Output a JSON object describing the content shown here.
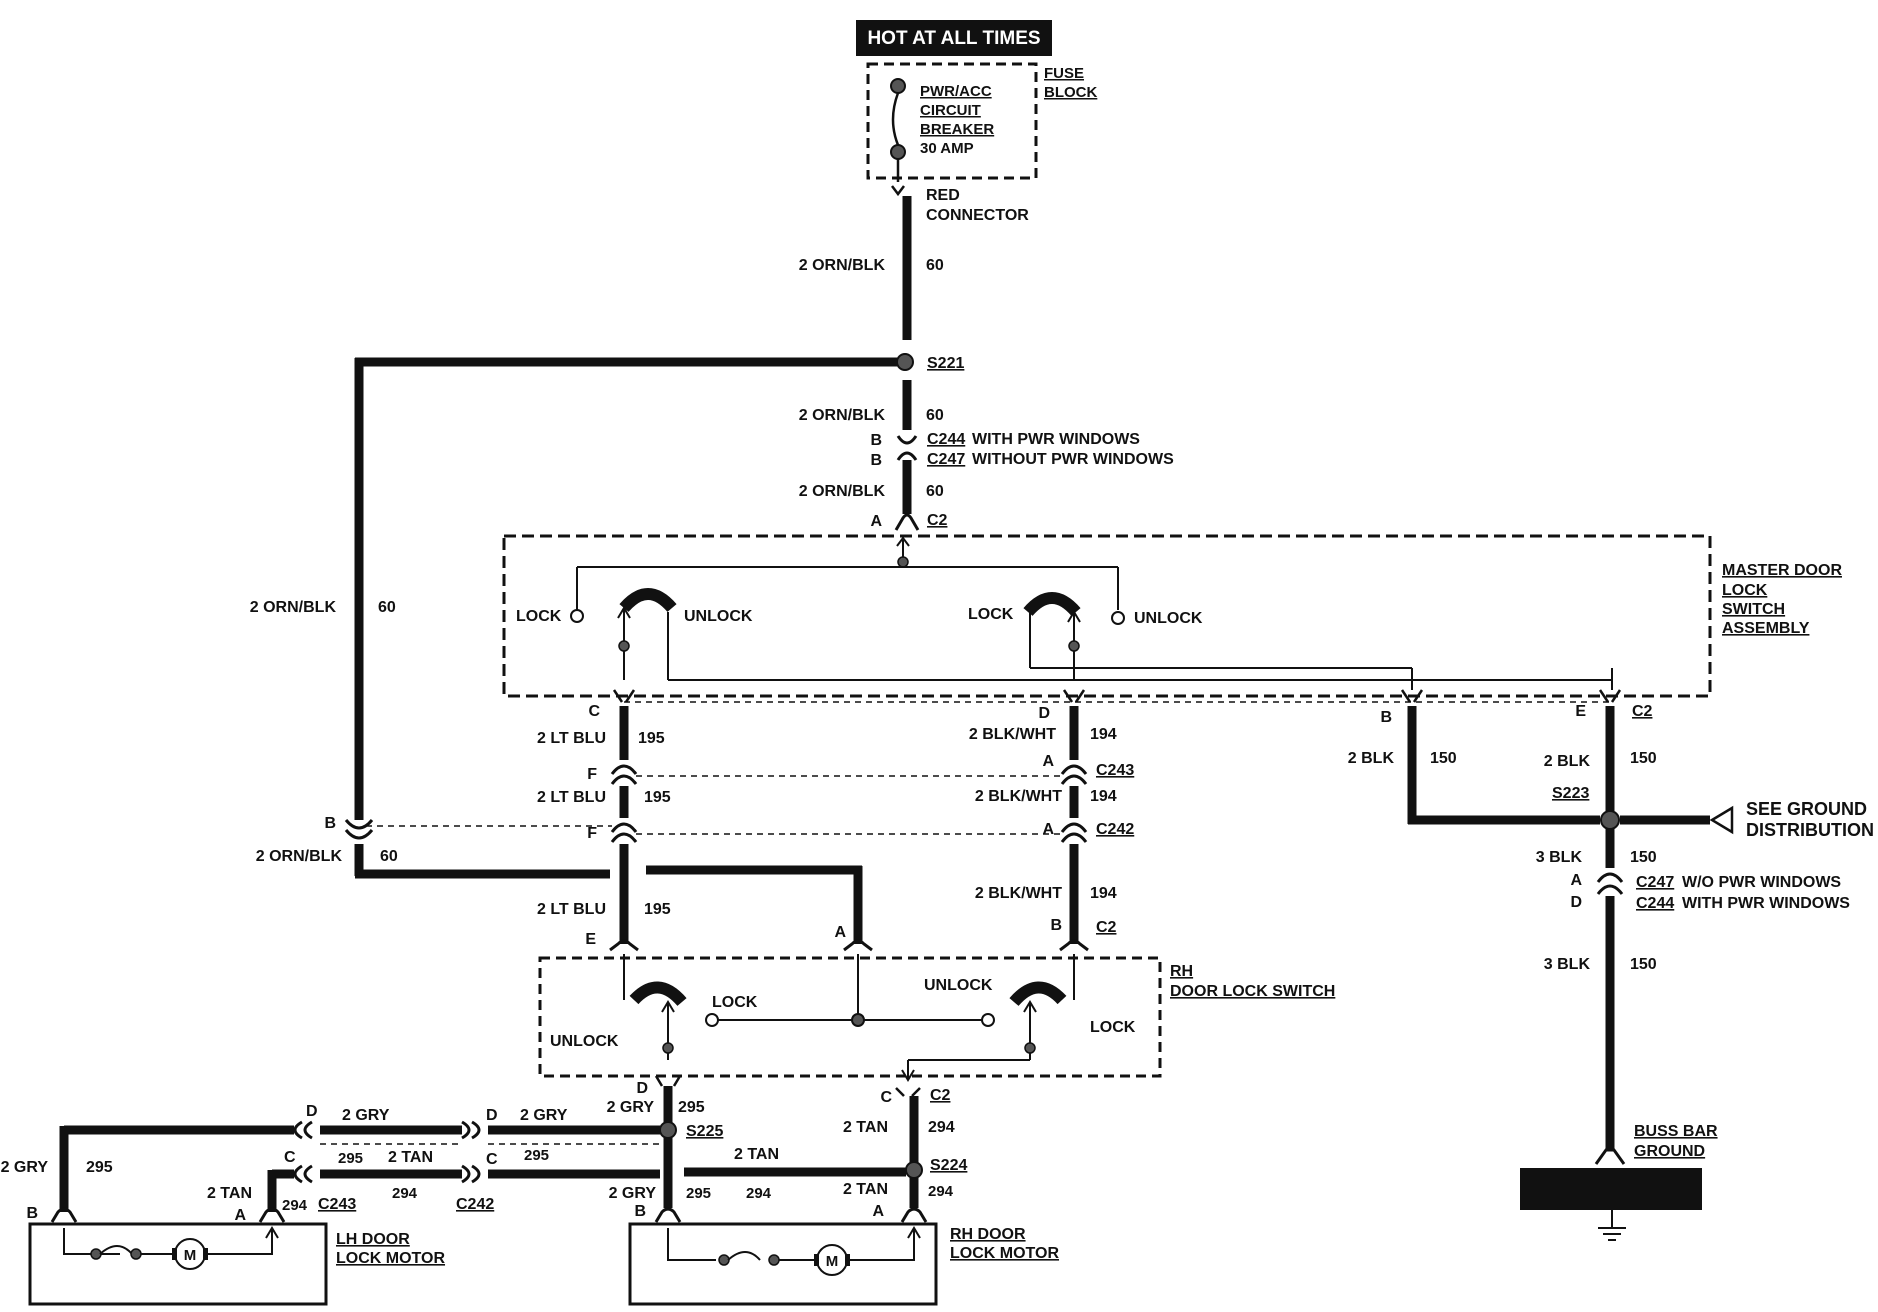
{
  "hot_label": "HOT AT ALL TIMES",
  "fuse_block": {
    "breaker": [
      "PWR/ACC",
      "CIRCUIT",
      "BREAKER",
      "30 AMP"
    ],
    "name": [
      "FUSE",
      "BLOCK"
    ],
    "connector": [
      "RED",
      "CONNECTOR"
    ]
  },
  "wires": {
    "orn_blk": "2 ORN/BLK",
    "c60": "60",
    "lt_blu": "2 LT BLU",
    "c195": "195",
    "blk_wht": "2 BLK/WHT",
    "c194": "194",
    "blk2": "2 BLK",
    "blk3": "3 BLK",
    "c150": "150",
    "gry": "2 GRY",
    "c295": "295",
    "tan": "2 TAN",
    "c294": "294"
  },
  "splices": {
    "s221": "S221",
    "s223": "S223",
    "s224": "S224",
    "s225": "S225"
  },
  "connectors": {
    "c244": "C244",
    "c244_desc": "WITH PWR WINDOWS",
    "c247": "C247",
    "c247_desc": "WITHOUT PWR WINDOWS",
    "c2": "C2",
    "c243": "C243",
    "c242": "C242",
    "c247_wo": "W/O PWR WINDOWS",
    "c244_with": "WITH PWR WINDOWS"
  },
  "pins": {
    "a": "A",
    "b": "B",
    "c": "C",
    "d": "D",
    "e": "E",
    "f": "F"
  },
  "master_switch": {
    "lock": "LOCK",
    "unlock": "UNLOCK",
    "name": [
      "MASTER DOOR",
      "LOCK",
      "SWITCH",
      "ASSEMBLY"
    ]
  },
  "rh_switch": {
    "lock": "LOCK",
    "unlock": "UNLOCK",
    "name": [
      "RH",
      "DOOR LOCK SWITCH"
    ]
  },
  "ground": {
    "see": [
      "SEE GROUND",
      "DISTRIBUTION"
    ],
    "buss": [
      "BUSS BAR",
      "GROUND"
    ]
  },
  "motors": {
    "lh": [
      "LH DOOR",
      "LOCK MOTOR"
    ],
    "rh": [
      "RH DOOR",
      "LOCK MOTOR"
    ],
    "symbol": "M"
  }
}
